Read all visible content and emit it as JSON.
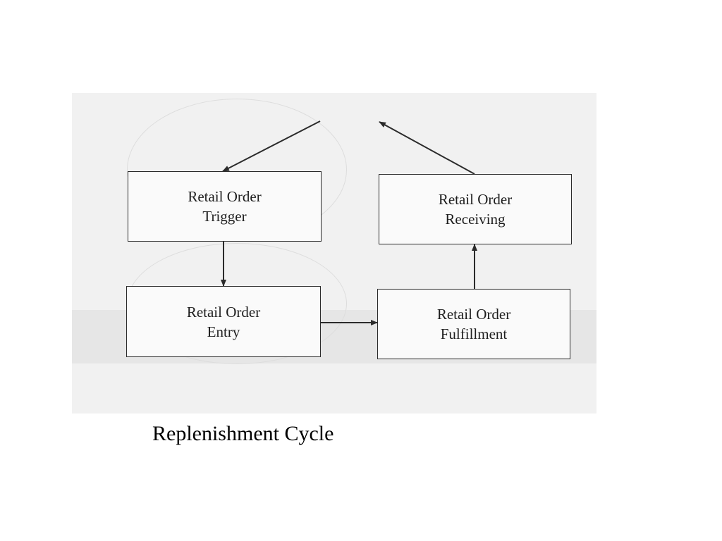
{
  "diagram": {
    "boxes": {
      "trigger": "Retail Order\nTrigger",
      "receiving": "Retail Order\nReceiving",
      "entry": "Retail Order\nEntry",
      "fulfillment": "Retail Order\nFulfillment"
    }
  },
  "caption": "Replenishment Cycle"
}
